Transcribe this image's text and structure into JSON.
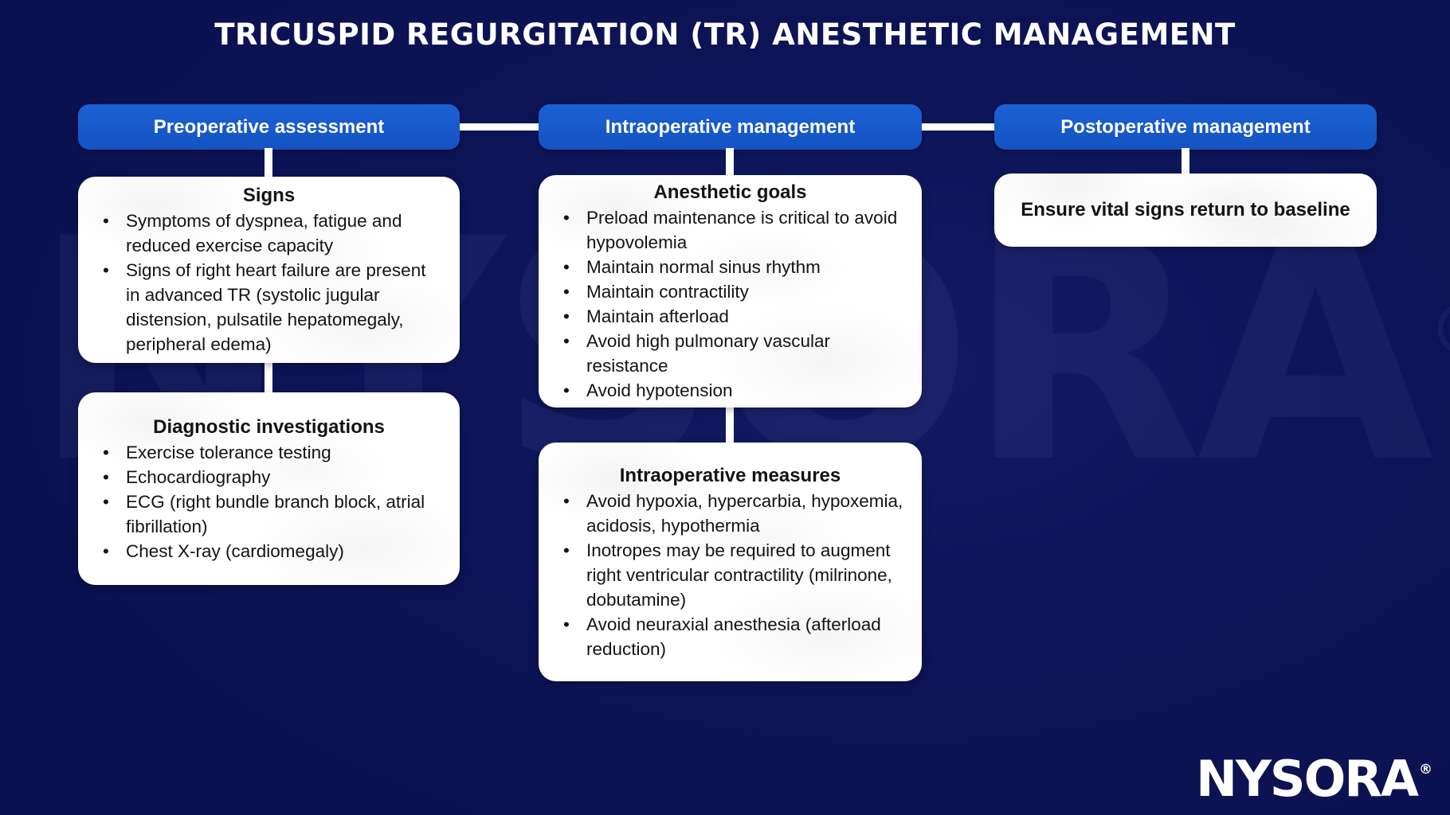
{
  "title": "TRICUSPID REGURGITATION (TR) ANESTHETIC MANAGEMENT",
  "watermark": {
    "text": "NYSORA",
    "registered": "®"
  },
  "logo": {
    "text": "NYSORA",
    "registered": "®"
  },
  "colors": {
    "background_navy": "#0d1456",
    "header_blue": "#1658c8",
    "card_white": "#ffffff",
    "body_text": "#141414",
    "connector_white": "#ffffff",
    "title_white": "#ffffff"
  },
  "columns": [
    {
      "header": "Preoperative assessment",
      "cards": [
        {
          "title": "Signs",
          "bullets": [
            "Symptoms of dyspnea, fatigue and reduced exercise capacity",
            "Signs of right heart failure are present in advanced TR (systolic jugular distension, pulsatile hepatomegaly, peripheral edema)"
          ]
        },
        {
          "title": "Diagnostic investigations",
          "bullets": [
            "Exercise tolerance testing",
            "Echocardiography",
            "ECG (right bundle branch block, atrial fibrillation)",
            "Chest X-ray (cardiomegaly)"
          ]
        }
      ]
    },
    {
      "header": "Intraoperative management",
      "cards": [
        {
          "title": "Anesthetic goals",
          "bullets": [
            "Preload maintenance is critical to avoid hypovolemia",
            "Maintain normal sinus rhythm",
            "Maintain contractility",
            "Maintain afterload",
            "Avoid high pulmonary vascular resistance",
            "Avoid hypotension"
          ]
        },
        {
          "title": "Intraoperative measures",
          "bullets": [
            "Avoid hypoxia, hypercarbia, hypoxemia, acidosis, hypothermia",
            "Inotropes may be required to augment right ventricular contractility (milrinone, dobutamine)",
            "Avoid neuraxial anesthesia (afterload reduction)"
          ]
        }
      ]
    },
    {
      "header": "Postoperative management",
      "cards": [
        {
          "text": "Ensure vital signs return to baseline"
        }
      ]
    }
  ]
}
